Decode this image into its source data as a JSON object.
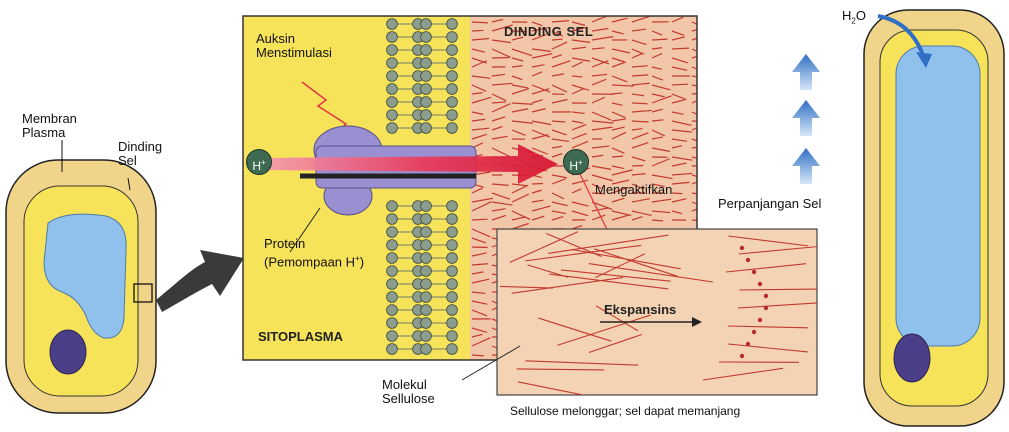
{
  "colors": {
    "cell_wall": "#f0d48a",
    "vacuole": "#8fc1ec",
    "nucleus": "#4b3f8a",
    "cytoplasm_yellow": "#f6e35a",
    "wall_pink": "#f2c6a8",
    "fiber_red": "#c23a2e",
    "proton_green": "#3f6a52",
    "arrow_blue": "#2f6fc4",
    "pump_purple": "#9a8fd0"
  },
  "labels": {
    "membran_plasma": "Membran Plasma",
    "dinding_sel_left": "Dinding Sel",
    "auksin": "Auksin Menstimulasi",
    "dinding_sel_title": "DINDING SEL",
    "h_left": "H",
    "h_right": "H",
    "plus": "+",
    "mengaktifkan": "Mengaktifkan",
    "protein": "Protein",
    "pompa": "(Pemompaan H",
    "pompa_sup": "+",
    "pompa_close": ")",
    "sitoplasma": "SITOPLASMA",
    "ekspansins": "Ekspansins",
    "molekul": "Molekul Sellulose",
    "sellulose_caption": "Sellulose melonggar; sel dapat memanjang",
    "h2o_h": "H",
    "h2o_sub": "2",
    "h2o_o": "O",
    "perpanjangan": "Perpanjangan Sel"
  },
  "icons": [
    "zoom-arrow-icon",
    "lightning-arrow-icon",
    "blue-up-arrow-icon",
    "curved-water-arrow-icon"
  ]
}
